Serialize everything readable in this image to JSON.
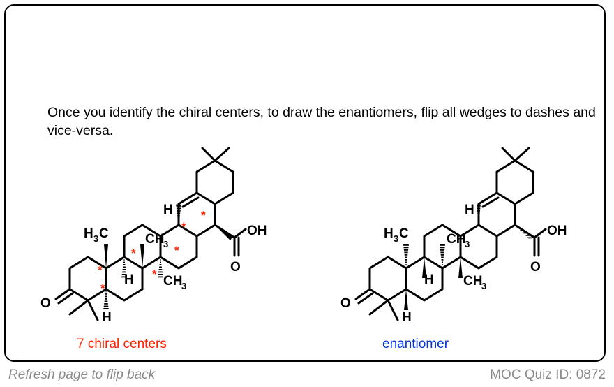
{
  "instruction": "Once you identify the chiral centers, to draw the enantiomers, flip all wedges to dashes and vice-versa.",
  "left_molecule": {
    "caption": "7 chiral centers",
    "labels": {
      "ketone_o": "O",
      "h3c": "H",
      "h3c_sub": "3",
      "h3c_c": "C",
      "h_a": "H",
      "h_b": "H",
      "h_c": "H",
      "ch3_mid": "CH",
      "ch3_mid_sub": "3",
      "ch3_low": "CH",
      "ch3_low_sub": "3",
      "oh": "OH",
      "acid_o": "O"
    },
    "chiral_marker": "*"
  },
  "right_molecule": {
    "caption": "enantiomer",
    "labels": {
      "ketone_o": "O",
      "h3c": "H",
      "h3c_sub": "3",
      "h3c_c": "C",
      "h_a": "H",
      "h_b": "H",
      "h_c": "H",
      "ch3_mid": "CH",
      "ch3_mid_sub": "3",
      "ch3_low": "CH",
      "ch3_low_sub": "3",
      "oh": "OH",
      "acid_o": "O"
    }
  },
  "footer": {
    "left": "Refresh page to flip back",
    "right": "MOC Quiz ID: 0872"
  },
  "colors": {
    "caption_left": "#ff2000",
    "caption_right": "#0033dd",
    "chiral_marker": "#ff2000",
    "footer": "#8a8a8a"
  }
}
